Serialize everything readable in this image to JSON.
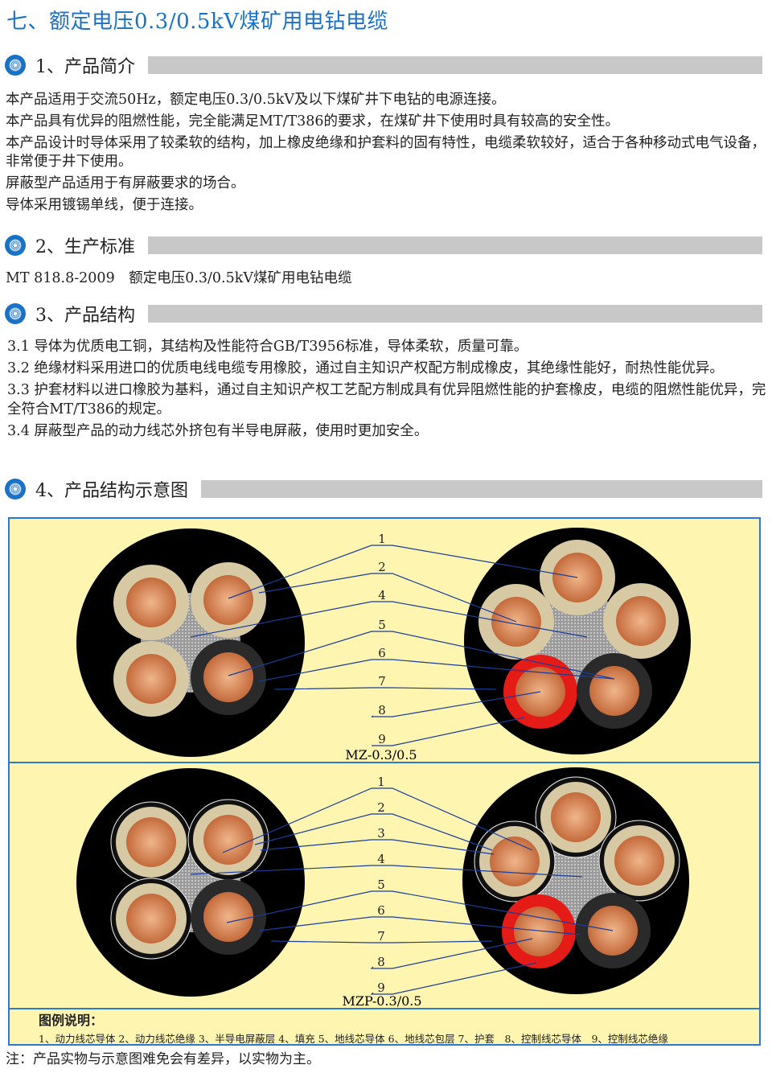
{
  "title": "七、额定电压0.3/0.5kV煤矿用电钻电缆",
  "sections": [
    {
      "label": "1、产品简介",
      "paragraphs": [
        "本产品适用于交流50Hz，额定电压0.3/0.5kV及以下煤矿井下电钻的电源连接。",
        "本产品具有优异的阻燃性能，完全能满足MT/T386的要求，在煤矿井下使用时具有较高的安全性。",
        "本产品设计时导体采用了较柔软的结构，加上橡皮绝缘和护套料的固有特性，电缆柔软较好，适合于各种移动式电气设备，非常便于井下使用。",
        "屏蔽型产品适用于有屏蔽要求的场合。",
        "导体采用镀锡单线，便于连接。"
      ]
    },
    {
      "label": "2、生产标准",
      "paragraphs": [
        "MT 818.8-2009　额定电压0.3/0.5kV煤矿用电钻电缆"
      ]
    },
    {
      "label": "3、产品结构",
      "paragraphs": [
        "3.1 导体为优质电工铜，其结构及性能符合GB/T3956标准，导体柔软，质量可靠。",
        "3.2 绝缘材料采用进口的优质电线电缆专用橡胶，通过自主知识产权配方制成橡皮，其绝缘性能好，耐热性能优异。",
        "3.3 护套材料以进口橡胶为基料，通过自主知识产权工艺配方制成具有优异阻燃性能的护套橡皮，电缆的阻燃性能优异，完全符合MT/T386的规定。",
        "3.4 屏蔽型产品的动力线芯外挤包有半导电屏蔽，使用时更加安全。"
      ]
    },
    {
      "label": "4、产品结构示意图"
    }
  ],
  "diagram": {
    "top": {
      "model": "MZ-0.3/0.5",
      "numbers": [
        "1",
        "2",
        "4",
        "5",
        "6",
        "7",
        "8",
        "9"
      ]
    },
    "bottom": {
      "model": "MZP-0.3/0.5",
      "numbers": [
        "1",
        "2",
        "3",
        "4",
        "5",
        "6",
        "7",
        "8",
        "9"
      ]
    },
    "legend_title": "图例说明：",
    "legend_text": "1、动力线芯导体 2、动力线芯绝缘 3、半导电屏蔽层 4、填充 5、地线芯导体 6、地线芯包层 7、护套　8、控制线芯导体　9、控制线芯绝缘"
  },
  "note": "注：产品实物与示意图难免会有差异，以实物为主。",
  "colors": {
    "accent": "#1a72c4",
    "diagram_bg": "#fdf5b0",
    "insulation": "#d6c9a4",
    "copper": "#d98a5a",
    "control": "#e41b17"
  }
}
